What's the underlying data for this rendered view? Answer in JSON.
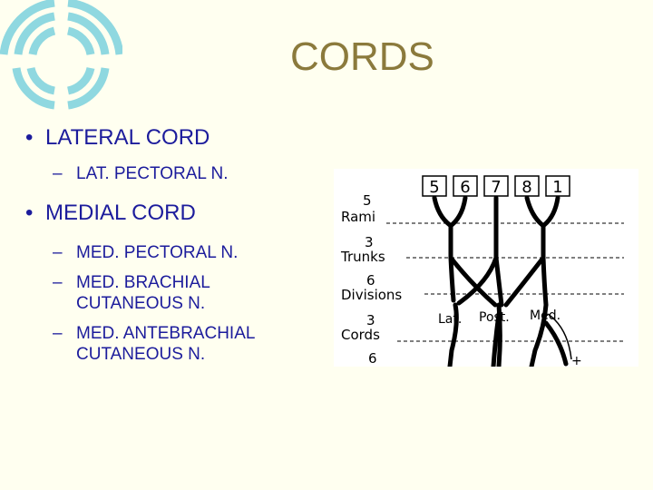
{
  "slide": {
    "title": "CORDS",
    "bullets": [
      {
        "label": "LATERAL CORD",
        "subs": [
          "LAT. PECTORAL N."
        ]
      },
      {
        "label": "MEDIAL CORD",
        "subs": [
          "MED. PECTORAL N.",
          "MED. BRACHIAL CUTANEOUS N.",
          "MED. ANTEBRACHIAL CUTANEOUS N."
        ]
      }
    ],
    "bullet_glyph": "•",
    "sub_glyph": "–"
  },
  "diagram": {
    "root_numbers": [
      "5",
      "6",
      "7",
      "8",
      "1"
    ],
    "levels": [
      {
        "count": "5",
        "name": "Rami"
      },
      {
        "count": "3",
        "name": "Trunks"
      },
      {
        "count": "6",
        "name": "Divisions"
      },
      {
        "count": "3",
        "name": "Cords"
      },
      {
        "count": "6",
        "name": ""
      }
    ],
    "cord_labels": [
      "Lat.",
      "Post.",
      "Med."
    ]
  },
  "colors": {
    "background": "#FFFFF0",
    "title": "#8B7A3C",
    "text": "#1C1C9C",
    "logo": "#8FD8E0"
  }
}
